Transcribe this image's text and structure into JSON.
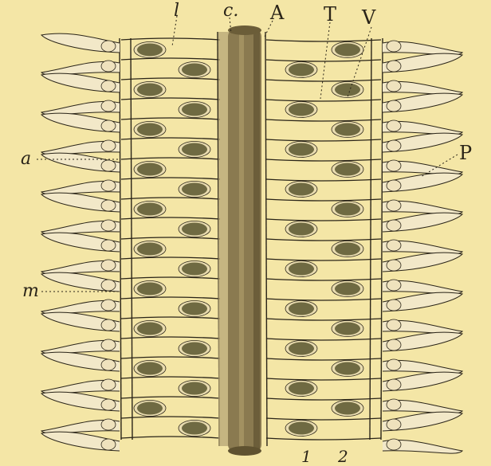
{
  "labels": {
    "l": "l",
    "c": "c.",
    "A": "A",
    "T": "T",
    "V": "V",
    "P": "P",
    "a": "a",
    "m": "m",
    "one": "1",
    "two": "2"
  },
  "colors": {
    "paper": "#f4e6a6",
    "ink": "#2a2418",
    "axis": "#8a7a50",
    "nucleus": "#6f6a42",
    "shell": "#e9dcb0"
  }
}
